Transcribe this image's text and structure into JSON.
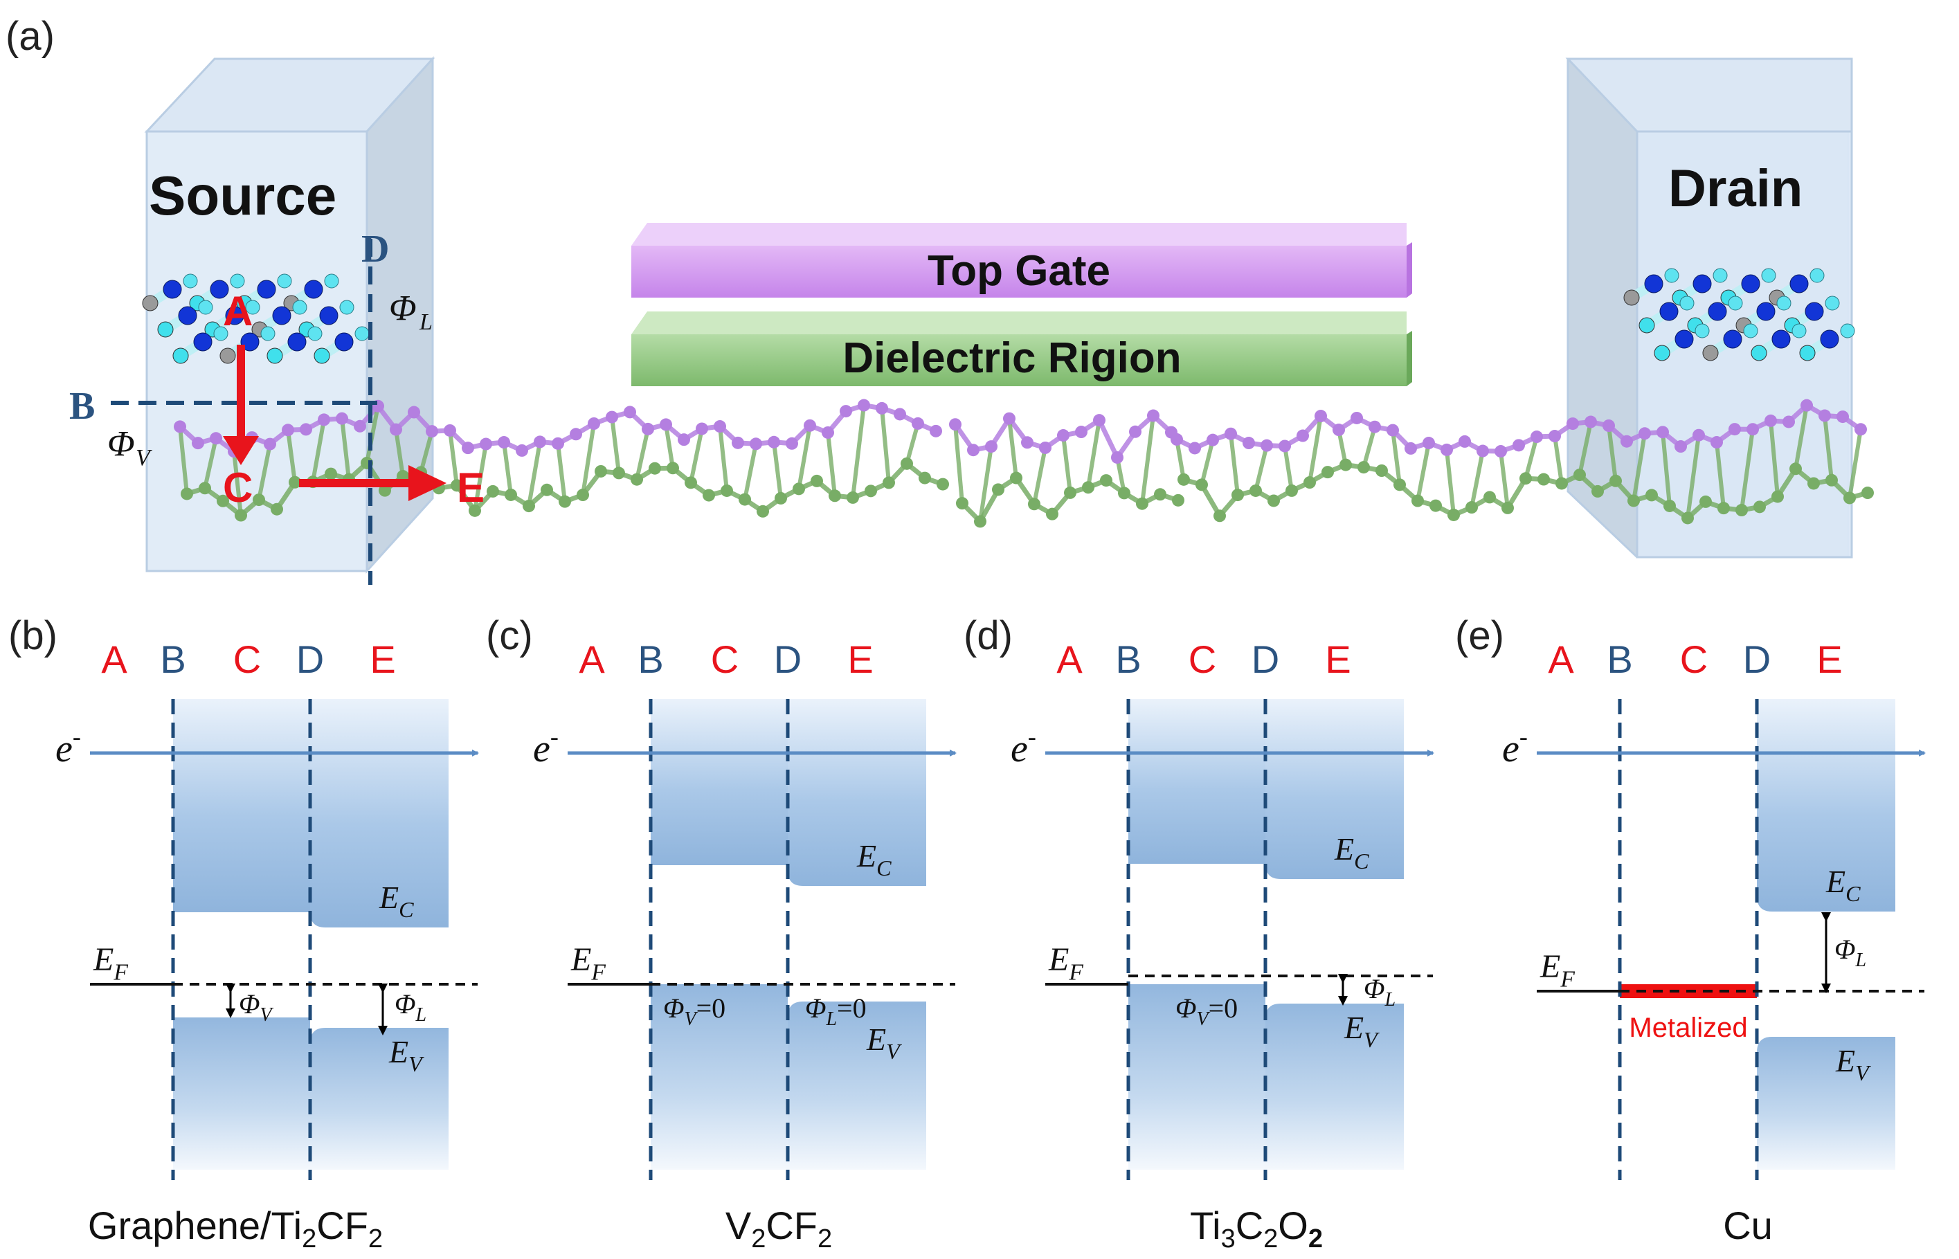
{
  "panel_a": {
    "label": "(a)",
    "source_label": "Source",
    "drain_label": "Drain",
    "top_gate_label": "Top Gate",
    "dielectric_label": "Dielectric Rigion",
    "point_labels": {
      "A": "A",
      "B": "B",
      "C": "C",
      "D": "D",
      "E": "E"
    },
    "phi_v": {
      "symbol": "Φ",
      "sub": "V"
    },
    "phi_l": {
      "symbol": "Φ",
      "sub": "L"
    }
  },
  "band_panels": [
    {
      "label": "(b)",
      "material_parts": [
        {
          "t": "Graphene/Ti"
        },
        {
          "t": "2",
          "sub": true
        },
        {
          "t": "CF"
        },
        {
          "t": "2",
          "sub": true
        }
      ],
      "phi_v_text": "",
      "phi_l_text": "",
      "metalized_text": ""
    },
    {
      "label": "(c)",
      "material_parts": [
        {
          "t": "V"
        },
        {
          "t": "2",
          "sub": true
        },
        {
          "t": "CF"
        },
        {
          "t": "2",
          "sub": true
        }
      ],
      "phi_v_text": "=0",
      "phi_l_text": "=0",
      "metalized_text": ""
    },
    {
      "label": "(d)",
      "material_parts": [
        {
          "t": "Ti"
        },
        {
          "t": "3",
          "sub": true
        },
        {
          "t": "C"
        },
        {
          "t": "2",
          "sub": true
        },
        {
          "t": "O"
        },
        {
          "t": "2",
          "sub": true,
          "bold": true
        }
      ],
      "phi_v_text": "=0",
      "phi_l_text": "",
      "metalized_text": ""
    },
    {
      "label": "(e)",
      "material_parts": [
        {
          "t": "Cu"
        }
      ],
      "phi_v_text": "",
      "phi_l_text": "",
      "metalized_text": "Metalized"
    }
  ],
  "band_labels": {
    "electron": "e",
    "electron_sup": "-",
    "ef": "E",
    "ef_sub": "F",
    "ec": "E",
    "ec_sub": "C",
    "ev": "E",
    "ev_sub": "V",
    "phi": "Φ",
    "phi_v_sub": "V",
    "phi_l_sub": "L",
    "column_labels": [
      "A",
      "B",
      "C",
      "D",
      "E"
    ]
  },
  "colors": {
    "red_label": "#e8141c",
    "blue_label": "#2b5380",
    "dashed_line": "#1e4a78",
    "band_fill": "#8fb4dc",
    "arrow": "#5b8cc4",
    "top_gate": "#cf8fec",
    "dielectric": "#8fc47e",
    "metalized": "#ee1111",
    "atom_purple": "#b47fe0",
    "atom_green": "#78ad66"
  }
}
